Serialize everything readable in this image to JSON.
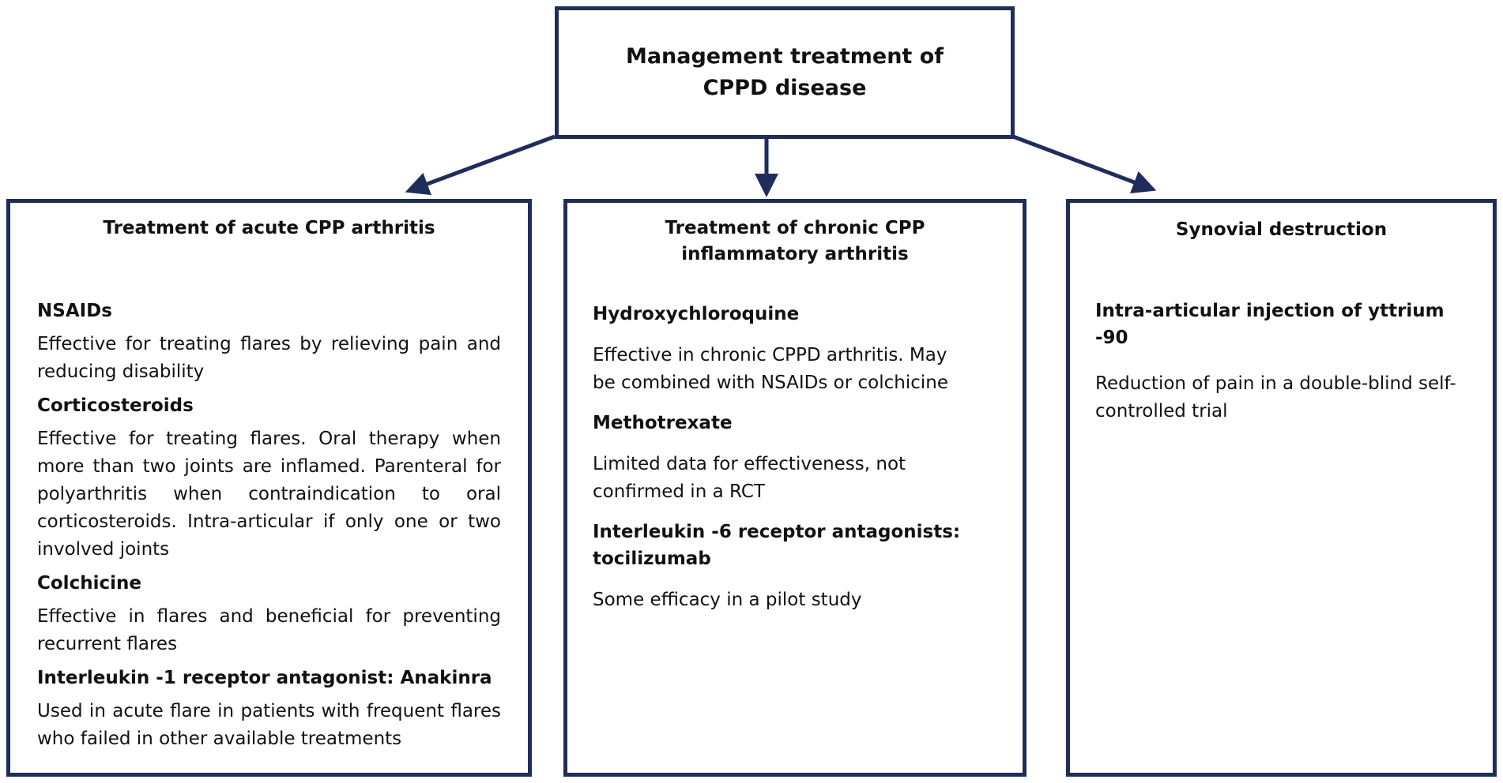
{
  "root": {
    "title": "Management treatment of CPPD disease"
  },
  "columns": [
    {
      "heading": "Treatment of acute CPP arthritis",
      "items": [
        {
          "title": "NSAIDs",
          "desc": "Effective for treating flares by relieving pain and reducing disability"
        },
        {
          "title": "Corticosteroids",
          "desc": "Effective for treating flares. Oral therapy when more than two joints are inflamed. Parenteral for polyarthritis when contraindication to oral corticosteroids. Intra-articular if only one or two involved joints"
        },
        {
          "title": "Colchicine",
          "desc": "Effective in flares and beneficial for preventing recurrent flares"
        },
        {
          "title": "Interleukin -1 receptor antagonist: Anakinra",
          "desc": "Used in acute flare in patients with frequent flares who failed in other available treatments"
        }
      ]
    },
    {
      "heading": "Treatment of chronic CPP inflammatory arthritis",
      "items": [
        {
          "title": "Hydroxychloroquine",
          "desc": "Effective in chronic CPPD arthritis. May be combined with NSAIDs or colchicine"
        },
        {
          "title": "Methotrexate",
          "desc": "Limited data for effectiveness, not confirmed in a RCT"
        },
        {
          "title": "Interleukin -6 receptor antagonists: tocilizumab",
          "desc": "Some efficacy in a pilot study"
        }
      ]
    },
    {
      "heading": "Synovial destruction",
      "items": [
        {
          "title": "Intra-articular injection of yttrium -90",
          "desc": "Reduction of pain in a double-blind self-controlled trial"
        }
      ]
    }
  ],
  "colors": {
    "border": "#1f2d5c",
    "arrow": "#1f2d5c",
    "text": "#111111"
  }
}
